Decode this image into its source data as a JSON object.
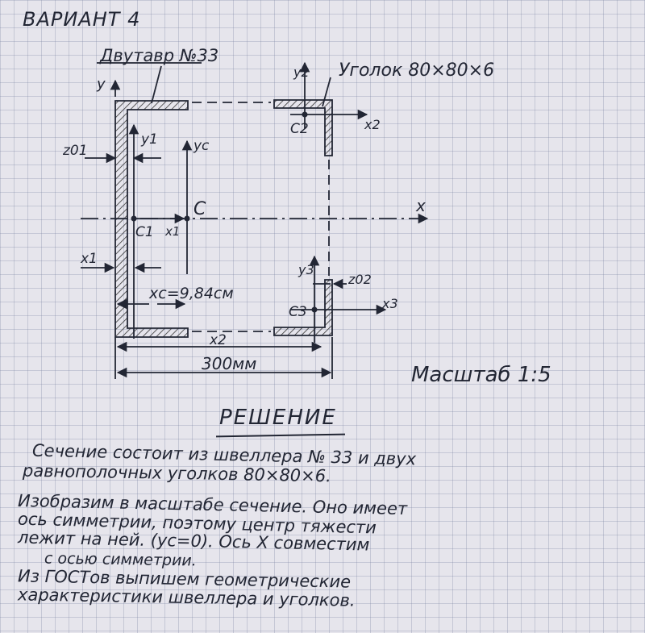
{
  "header": {
    "variant": "ВАРИАНТ 4"
  },
  "drawing": {
    "labels": {
      "channel": "Двутавр №33",
      "angle": "Уголок 80×80×6",
      "axis_y": "y",
      "axis_y1": "y1",
      "axis_yc": "yc",
      "axis_y2": "y2",
      "axis_y3": "y3",
      "axis_x": "x",
      "axis_x1": "x1",
      "axis_x2": "x2",
      "axis_x3": "x3",
      "z01": "z01",
      "z02": "z02",
      "point_c": "C",
      "point_c1": "C1",
      "point_c2": "C2",
      "point_c3": "C3",
      "dim_x1": "x1",
      "dim_xc": "xc=9,84см",
      "dim_x2": "x2",
      "dim_width": "300мм"
    }
  },
  "scale": "Масштаб 1:5",
  "solution": {
    "heading": "РЕШЕНИЕ",
    "lines": [
      "Сечение состоит из швеллера № 33 и двух",
      "равнополочных уголков 80×80×6.",
      "Изобразим в масштабе сечение. Оно имеет",
      "ось симметрии, поэтому центр тяжести",
      "лежит на ней. (yc=0). Ось X совместим",
      "с осью симметрии.",
      "Из ГОСТов выпишем геометрические",
      "характеристики швеллера и уголков."
    ]
  }
}
